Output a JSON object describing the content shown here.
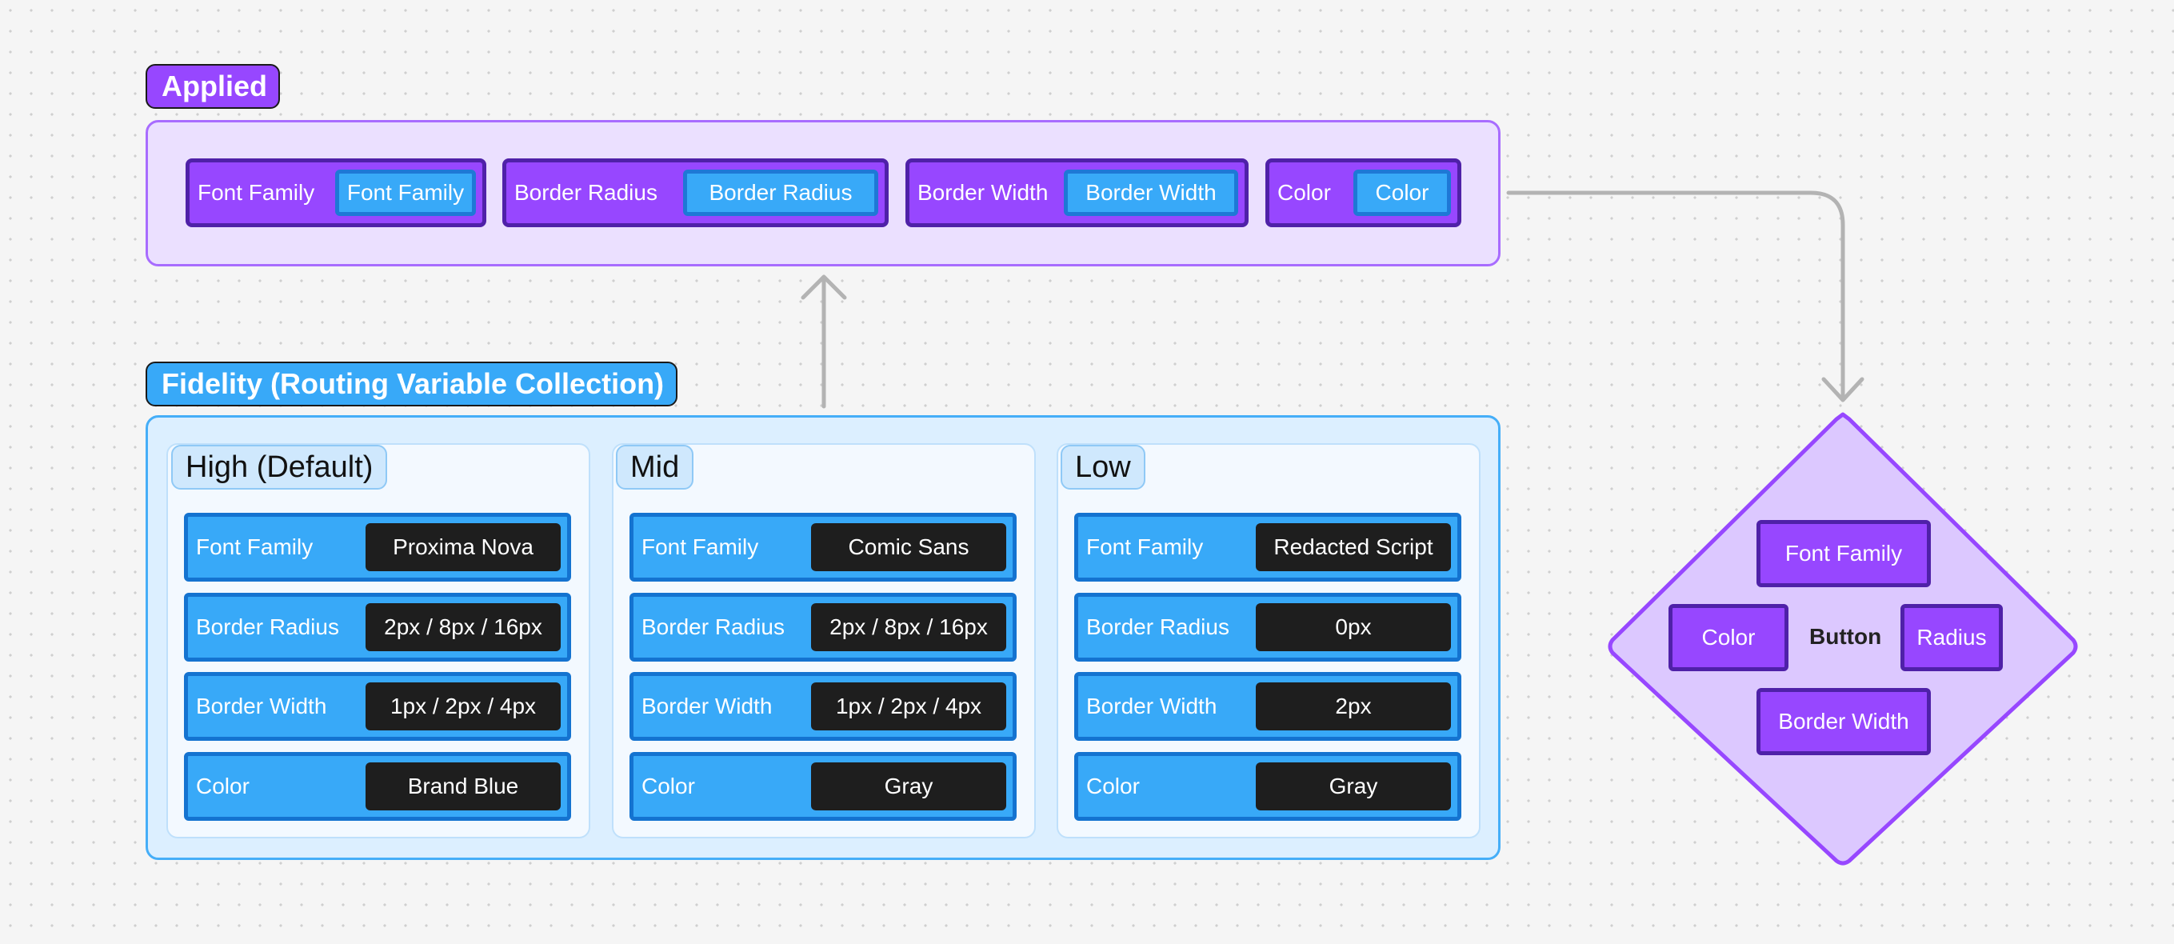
{
  "applied": {
    "label": "Applied",
    "chips": [
      {
        "label": "Font Family",
        "value": "Font Family"
      },
      {
        "label": "Border Radius",
        "value": "Border Radius"
      },
      {
        "label": "Border Width",
        "value": "Border Width"
      },
      {
        "label": "Color",
        "value": "Color"
      }
    ]
  },
  "fidelity": {
    "label": "Fidelity (Routing Variable Collection)",
    "modes": [
      {
        "title": "High (Default)",
        "rows": [
          {
            "label": "Font Family",
            "value": "Proxima Nova"
          },
          {
            "label": "Border Radius",
            "value": "2px / 8px / 16px"
          },
          {
            "label": "Border Width",
            "value": "1px / 2px / 4px"
          },
          {
            "label": "Color",
            "value": "Brand Blue"
          }
        ]
      },
      {
        "title": "Mid",
        "rows": [
          {
            "label": "Font Family",
            "value": "Comic Sans"
          },
          {
            "label": "Border Radius",
            "value": "2px / 8px / 16px"
          },
          {
            "label": "Border Width",
            "value": "1px / 2px / 4px"
          },
          {
            "label": "Color",
            "value": "Gray"
          }
        ]
      },
      {
        "title": "Low",
        "rows": [
          {
            "label": "Font Family",
            "value": "Redacted Script"
          },
          {
            "label": "Border Radius",
            "value": "0px"
          },
          {
            "label": "Border Width",
            "value": "2px"
          },
          {
            "label": "Color",
            "value": "Gray"
          }
        ]
      }
    ]
  },
  "button_component": {
    "label": "Button",
    "font_family": "Font Family",
    "color": "Color",
    "radius": "Radius",
    "border_width": "Border Width"
  },
  "colors": {
    "purple": "#9747ff",
    "purple_dark": "#4f21a8",
    "blue": "#38a9f8",
    "blue_dark": "#1473d0",
    "value_bg": "#1e1e1e",
    "connector": "#b3b3b3"
  }
}
